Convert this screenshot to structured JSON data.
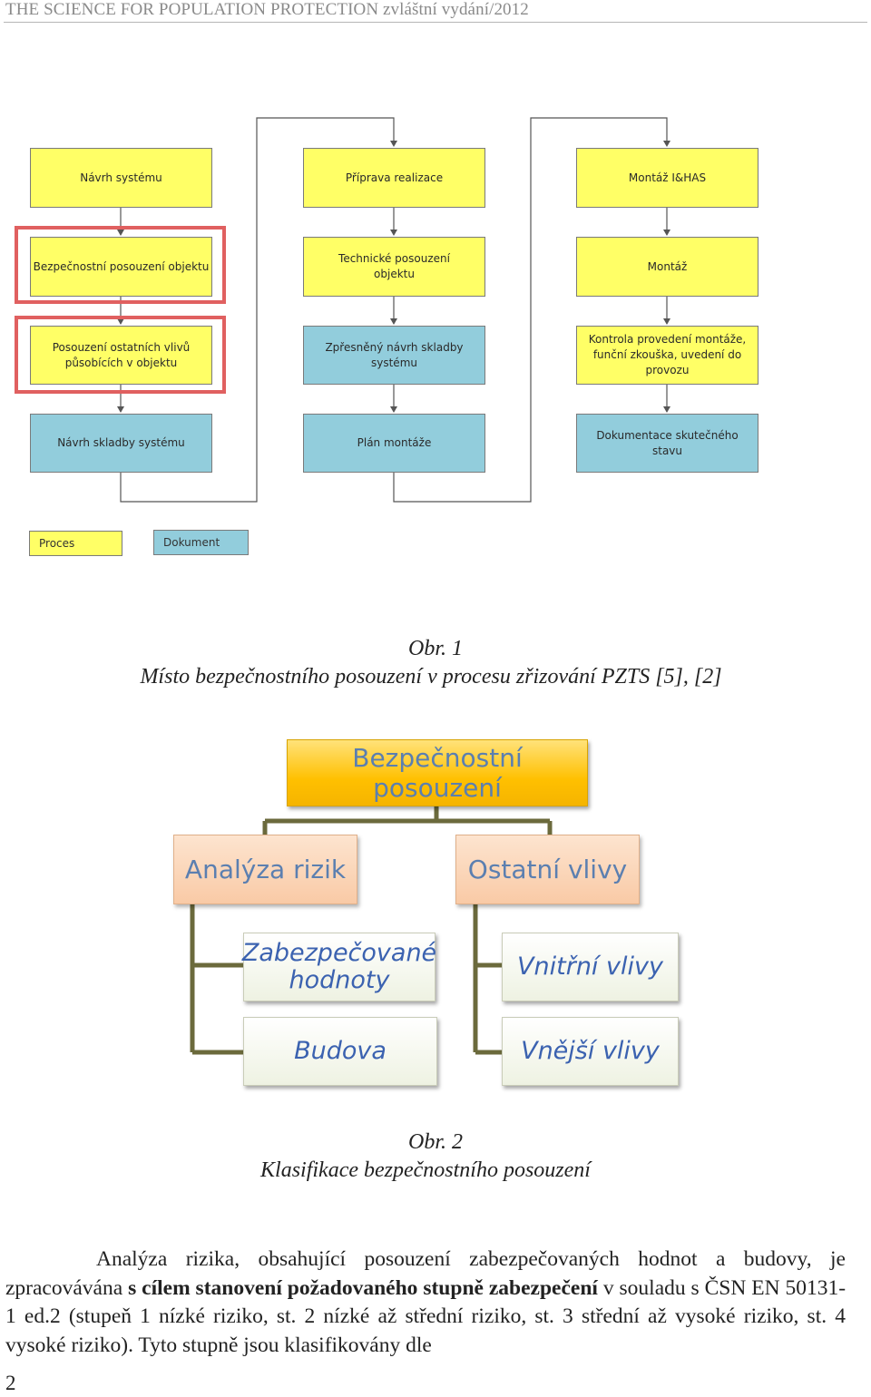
{
  "header": {
    "text": "THE SCIENCE FOR POPULATION PROTECTION zvláštní vydání/2012"
  },
  "figure1": {
    "colors": {
      "process": "#ffff66",
      "document": "#92cddc",
      "highlight": "#e06060"
    },
    "columns": [
      [
        {
          "label": "Návrh systému",
          "kind": "process"
        },
        {
          "label": "Bezpečnostní posouzení objektu",
          "kind": "process",
          "highlighted": true
        },
        {
          "label": "Posouzení ostatních vlivů působících v objektu",
          "kind": "process",
          "highlighted": true
        },
        {
          "label": "Návrh skladby systému",
          "kind": "document"
        }
      ],
      [
        {
          "label": "Příprava realizace",
          "kind": "process"
        },
        {
          "label": "Technické posouzení objektu",
          "kind": "process"
        },
        {
          "label": "Zpřesněný návrh skladby systému",
          "kind": "document"
        },
        {
          "label": "Plán montáže",
          "kind": "document"
        }
      ],
      [
        {
          "label": "Montáž I&HAS",
          "kind": "process"
        },
        {
          "label": "Montáž",
          "kind": "process"
        },
        {
          "label": "Kontrola provedení montáže, funční zkouška, uvedení do provozu",
          "kind": "process"
        },
        {
          "label": "Dokumentace skutečného stavu",
          "kind": "document"
        }
      ]
    ],
    "legend": {
      "process": "Proces",
      "document": "Dokument"
    },
    "caption_number": "Obr. 1",
    "caption_text": "Místo bezpečnostního posouzení v procesu zřizování PZTS [5], [2]"
  },
  "figure2": {
    "colors": {
      "root": "#ffc000",
      "branch": "#f9caa6",
      "leaf": "#eef2e2",
      "text": "#5b7fb0"
    },
    "root": "Bezpečnostní posouzení",
    "branches": [
      {
        "label": "Analýza rizik",
        "leaves": [
          "Zabezpečované hodnoty",
          "Budova"
        ]
      },
      {
        "label": "Ostatní vlivy",
        "leaves": [
          "Vnitřní vlivy",
          "Vnější vlivy"
        ]
      }
    ],
    "caption_number": "Obr. 2",
    "caption_text": "Klasifikace bezpečnostního posouzení"
  },
  "body": {
    "part1": "Analýza rizika, obsahující posouzení zabezpečovaných hodnot a budovy, je zpracovávána",
    "bold": "s cílem stanovení požadovaného stupně zabezpečení",
    "part2": "v souladu s ČSN EN 50131-1 ed.2 (stupeň 1 nízké riziko, st. 2 nízké až střední riziko, st. 3 střední až vysoké riziko, st. 4 vysoké riziko). Tyto stupně jsou klasifikovány dle"
  },
  "page_number": "2"
}
